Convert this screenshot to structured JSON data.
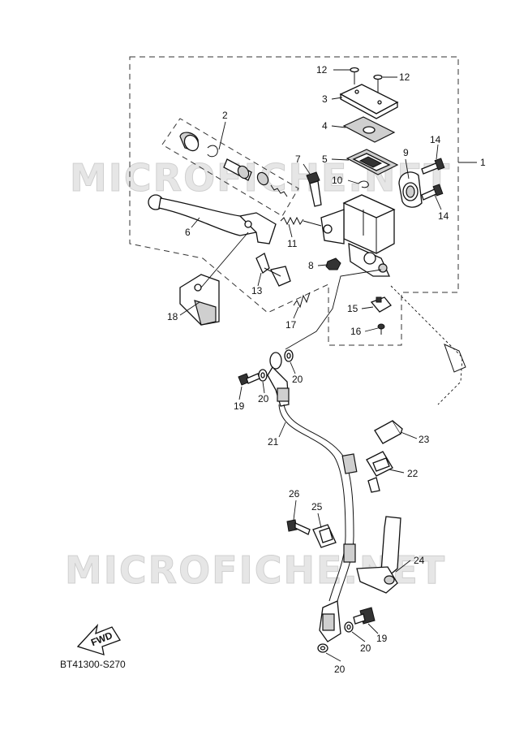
{
  "watermark": {
    "text": "MICROFICHE.NET"
  },
  "diagram_code": "BT41300-S270",
  "fwd_label": "FWD",
  "callouts": {
    "c1": "1",
    "c2": "2",
    "c3": "3",
    "c4": "4",
    "c5": "5",
    "c6": "6",
    "c7": "7",
    "c8": "8",
    "c9": "9",
    "c10": "10",
    "c11": "11",
    "c12a": "12",
    "c12b": "12",
    "c13": "13",
    "c14a": "14",
    "c14b": "14",
    "c15": "15",
    "c16": "16",
    "c17": "17",
    "c18": "18",
    "c19a": "19",
    "c19b": "19",
    "c20a": "20",
    "c20b": "20",
    "c20c": "20",
    "c20d": "20",
    "c21": "21",
    "c22": "22",
    "c23": "23",
    "c24": "24",
    "c25": "25",
    "c26": "26"
  }
}
